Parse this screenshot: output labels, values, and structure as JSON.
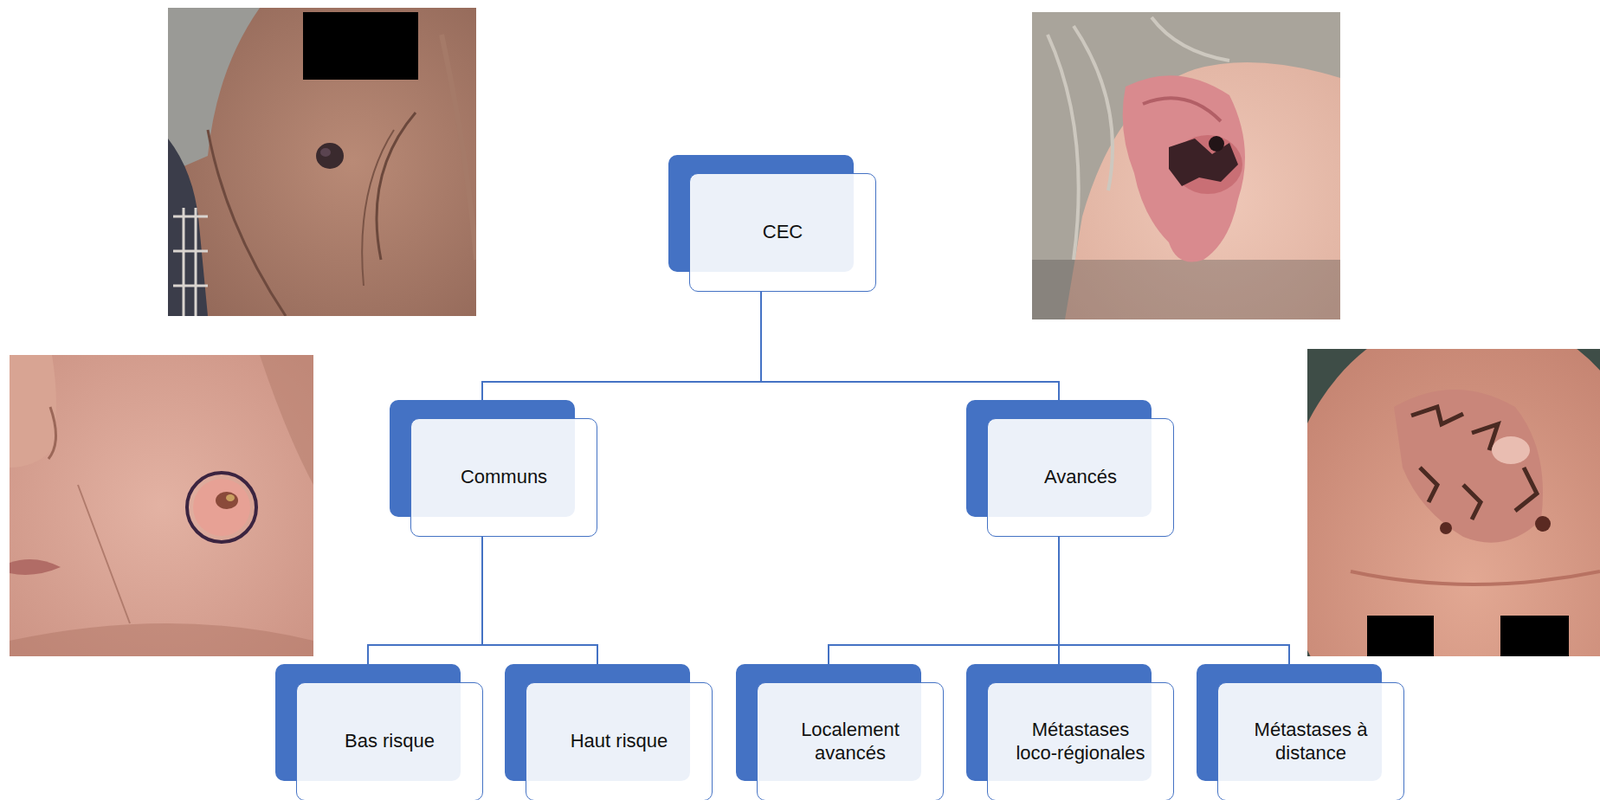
{
  "diagram": {
    "nodes": [
      {
        "text": [
          "CEC"
        ]
      },
      {
        "text": [
          "Communs"
        ]
      },
      {
        "text": [
          "Avancés"
        ]
      },
      {
        "text": [
          "Bas risque"
        ]
      },
      {
        "text": [
          "Haut risque"
        ]
      },
      {
        "text": [
          "Localement avancés"
        ]
      },
      {
        "text": [
          "Métastases loco-régionales"
        ]
      },
      {
        "text": [
          "Métastases à distance"
        ]
      }
    ],
    "edges": [
      {
        "from": 0,
        "to": 1,
        "arrow": "none"
      },
      {
        "from": 0,
        "to": 2,
        "arrow": "none"
      },
      {
        "from": 1,
        "to": 3,
        "arrow": "none"
      },
      {
        "from": 1,
        "to": 4,
        "arrow": "none"
      },
      {
        "from": 2,
        "to": 5,
        "arrow": "none"
      },
      {
        "from": 2,
        "to": 6,
        "arrow": "none"
      },
      {
        "from": 2,
        "to": 7,
        "arrow": "none"
      }
    ]
  }
}
